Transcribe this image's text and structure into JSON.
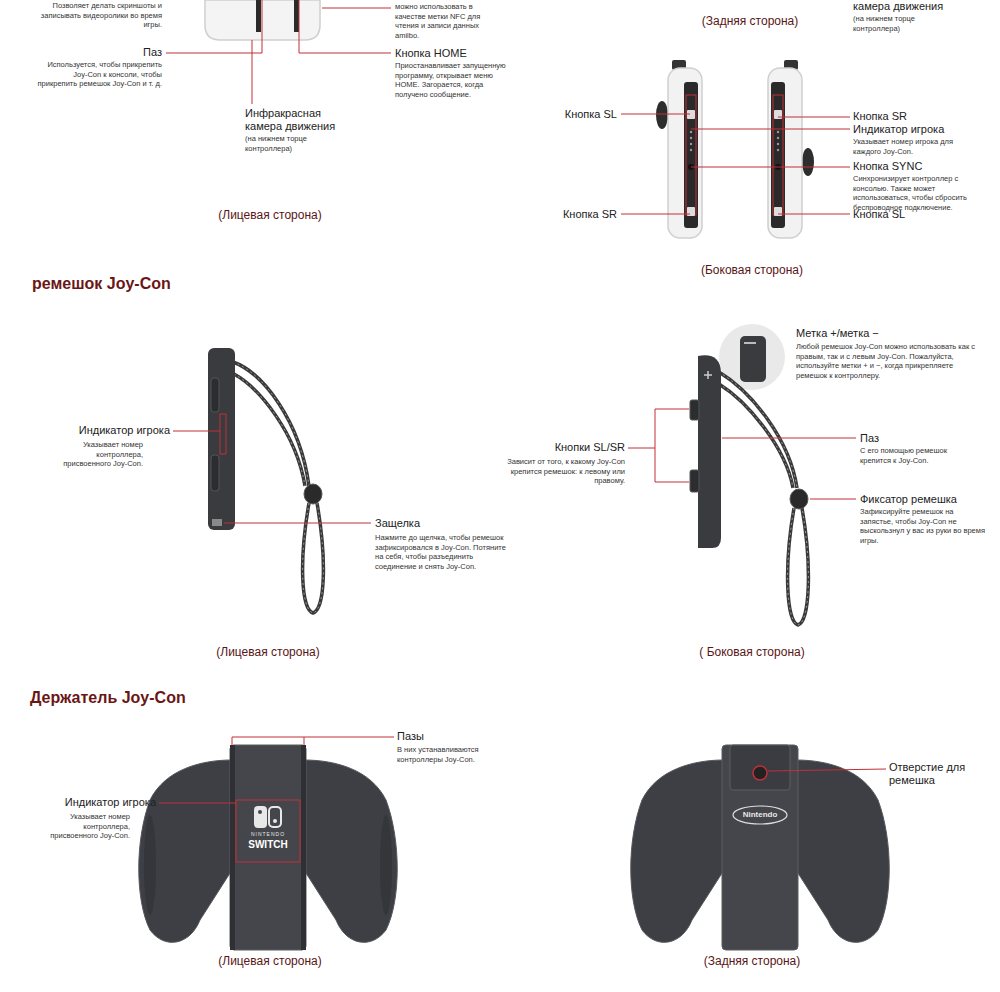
{
  "diagram": {
    "labels": [
      "Позволяет делать скриншоты и записывать видеоролики во время игры.",
      "Паз",
      "Используется, чтобы прикрепить Joy-Con к консоли, чтобы прикрепить ремешок Joy-Con и т. д.",
      "Инфракрасная камера движения",
      "(на нижнем торце контроллера)",
      "(Лицевая сторона)",
      "можно использовать в качестве метки NFC для чтения и записи данных amiibo.",
      "Кнопка HOME",
      "Приостанавливает запущенную программу, открывает меню HOME. Загорается, когда получено сообщение.",
      "(Задняя сторона)",
      "камера движения",
      "(на нижнем торце контроллера)",
      "Кнопка SL",
      "Кнопка SR",
      "Кнопка SR",
      "Индикатор игрока",
      "Указывает номер игрока для каждого Joy-Con.",
      "Кнопка SYNC",
      "Синхронизирует контроллер с консолью. Также может использоваться, чтобы сбросить беспроводное подключение.",
      "Кнопка SL",
      "(Боковая сторона)",
      "ремешок Joy-Con",
      "Индикатор игрока",
      "Указывает номер контроллера, присвоенного Joy-Con.",
      "Защелка",
      "Нажмите до щелчка, чтобы ремешок зафиксировался в Joy-Con. Потяните на себя, чтобы разъединить соединение и снять Joy-Con.",
      "(Лицевая сторона)",
      "Метка +/метка −",
      "Любой ремешок Joy-Con можно использовать как с правым, так и с левым Joy-Con. Пожалуйста, используйте метки + и −, когда прикрепляете ремешок к контроллеру.",
      "Кнопки SL/SR",
      "Зависит от того, к какому Joy-Con крепится ремешок: к левому или правому.",
      "Паз",
      "С его помощью ремешок крепится к Joy-Con.",
      "Фиксатор ремешка",
      "Зафиксируйте ремешок на запястье, чтобы Joy-Con не выскользнул у вас из руки во время игры.",
      "( Боковая сторона)",
      "Держатель Joy-Con",
      "Пазы",
      "В них устанавливаются контроллеры Joy-Con.",
      "Индикатор игрока",
      "Указывает номер контроллера, присвоенного Joy-Con.",
      "NINTENDO",
      "SWITCH",
      "(Лицевая сторона)",
      "Nintendo",
      "Отверстие для ремешка",
      "(Задняя сторона)"
    ]
  }
}
